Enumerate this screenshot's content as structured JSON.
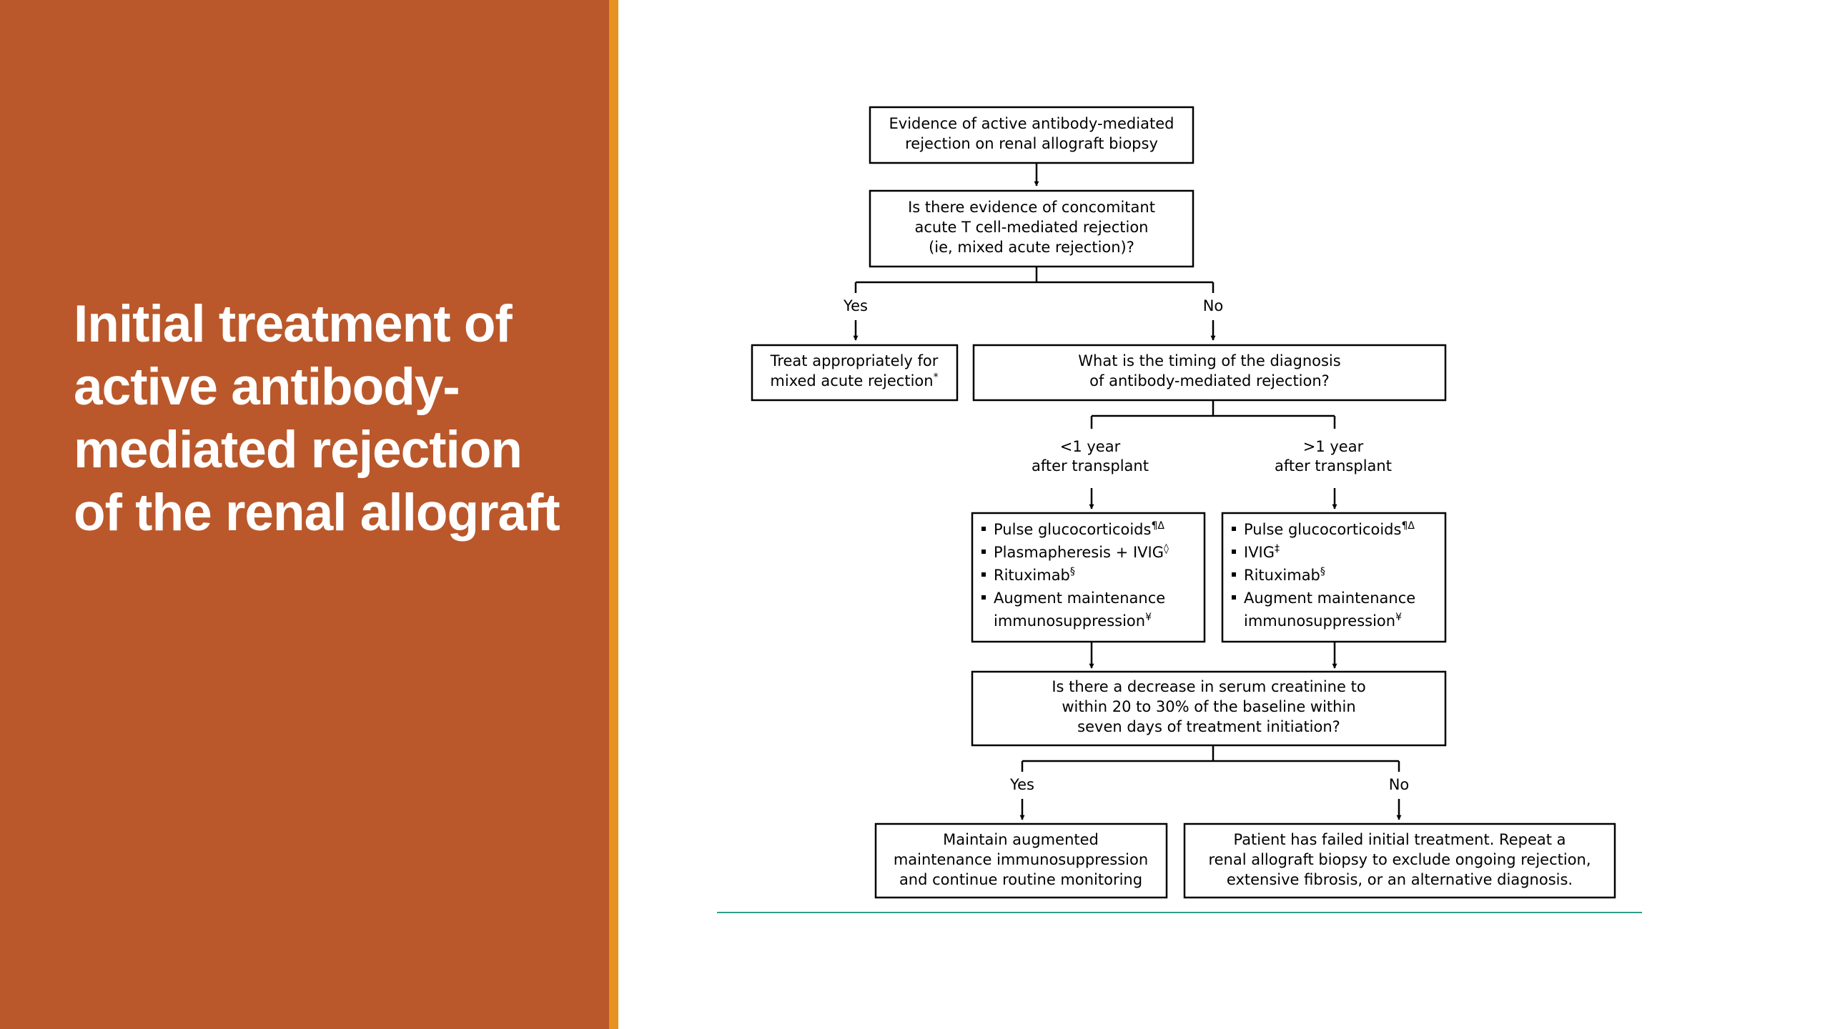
{
  "slide": {
    "title": "Initial treatment of active antibody-mediated rejection of the renal allograft"
  },
  "colors": {
    "panel": "#BA582B",
    "accent_bar": "#E8931F",
    "footer_rule": "#2E9E88"
  },
  "flowchart": {
    "start": [
      "Evidence of active antibody-mediated",
      "rejection on renal allograft biopsy"
    ],
    "question1": [
      "Is there evidence of concomitant",
      "acute T cell-mediated rejection",
      "(ie, mixed acute rejection)?"
    ],
    "q1_yes": "Yes",
    "q1_no": "No",
    "mixed_treat": {
      "line1": "Treat appropriately for",
      "line2": "mixed acute rejection",
      "mark": "*"
    },
    "timing_question": [
      "What is the timing of the diagnosis",
      "of antibody-mediated rejection?"
    ],
    "early_label": [
      "<1 year",
      "after transplant"
    ],
    "late_label": [
      ">1 year",
      "after transplant"
    ],
    "early_items": [
      {
        "text": "Pulse glucocorticoids",
        "mark": "¶Δ"
      },
      {
        "text": "Plasmapheresis + IVIG",
        "mark": "◊"
      },
      {
        "text": "Rituximab",
        "mark": "§"
      },
      {
        "text": "Augment maintenance",
        "mark": ""
      },
      {
        "text": "immunosuppression",
        "mark": "¥"
      }
    ],
    "late_items": [
      {
        "text": "Pulse glucocorticoids",
        "mark": "¶Δ"
      },
      {
        "text": "IVIG",
        "mark": "‡"
      },
      {
        "text": "Rituximab",
        "mark": "§"
      },
      {
        "text": "Augment maintenance",
        "mark": ""
      },
      {
        "text": "immunosuppression",
        "mark": "¥"
      }
    ],
    "question2": [
      "Is there a decrease in serum creatinine to",
      "within 20 to 30% of the baseline within",
      "seven days of treatment initiation?"
    ],
    "q2_yes": "Yes",
    "q2_no": "No",
    "maintain": [
      "Maintain augmented",
      "maintenance immunosuppression",
      "and continue routine monitoring"
    ],
    "failed": [
      "Patient has failed initial treatment. Repeat a",
      "renal allograft biopsy to exclude ongoing rejection,",
      "extensive fibrosis, or an alternative diagnosis."
    ]
  }
}
